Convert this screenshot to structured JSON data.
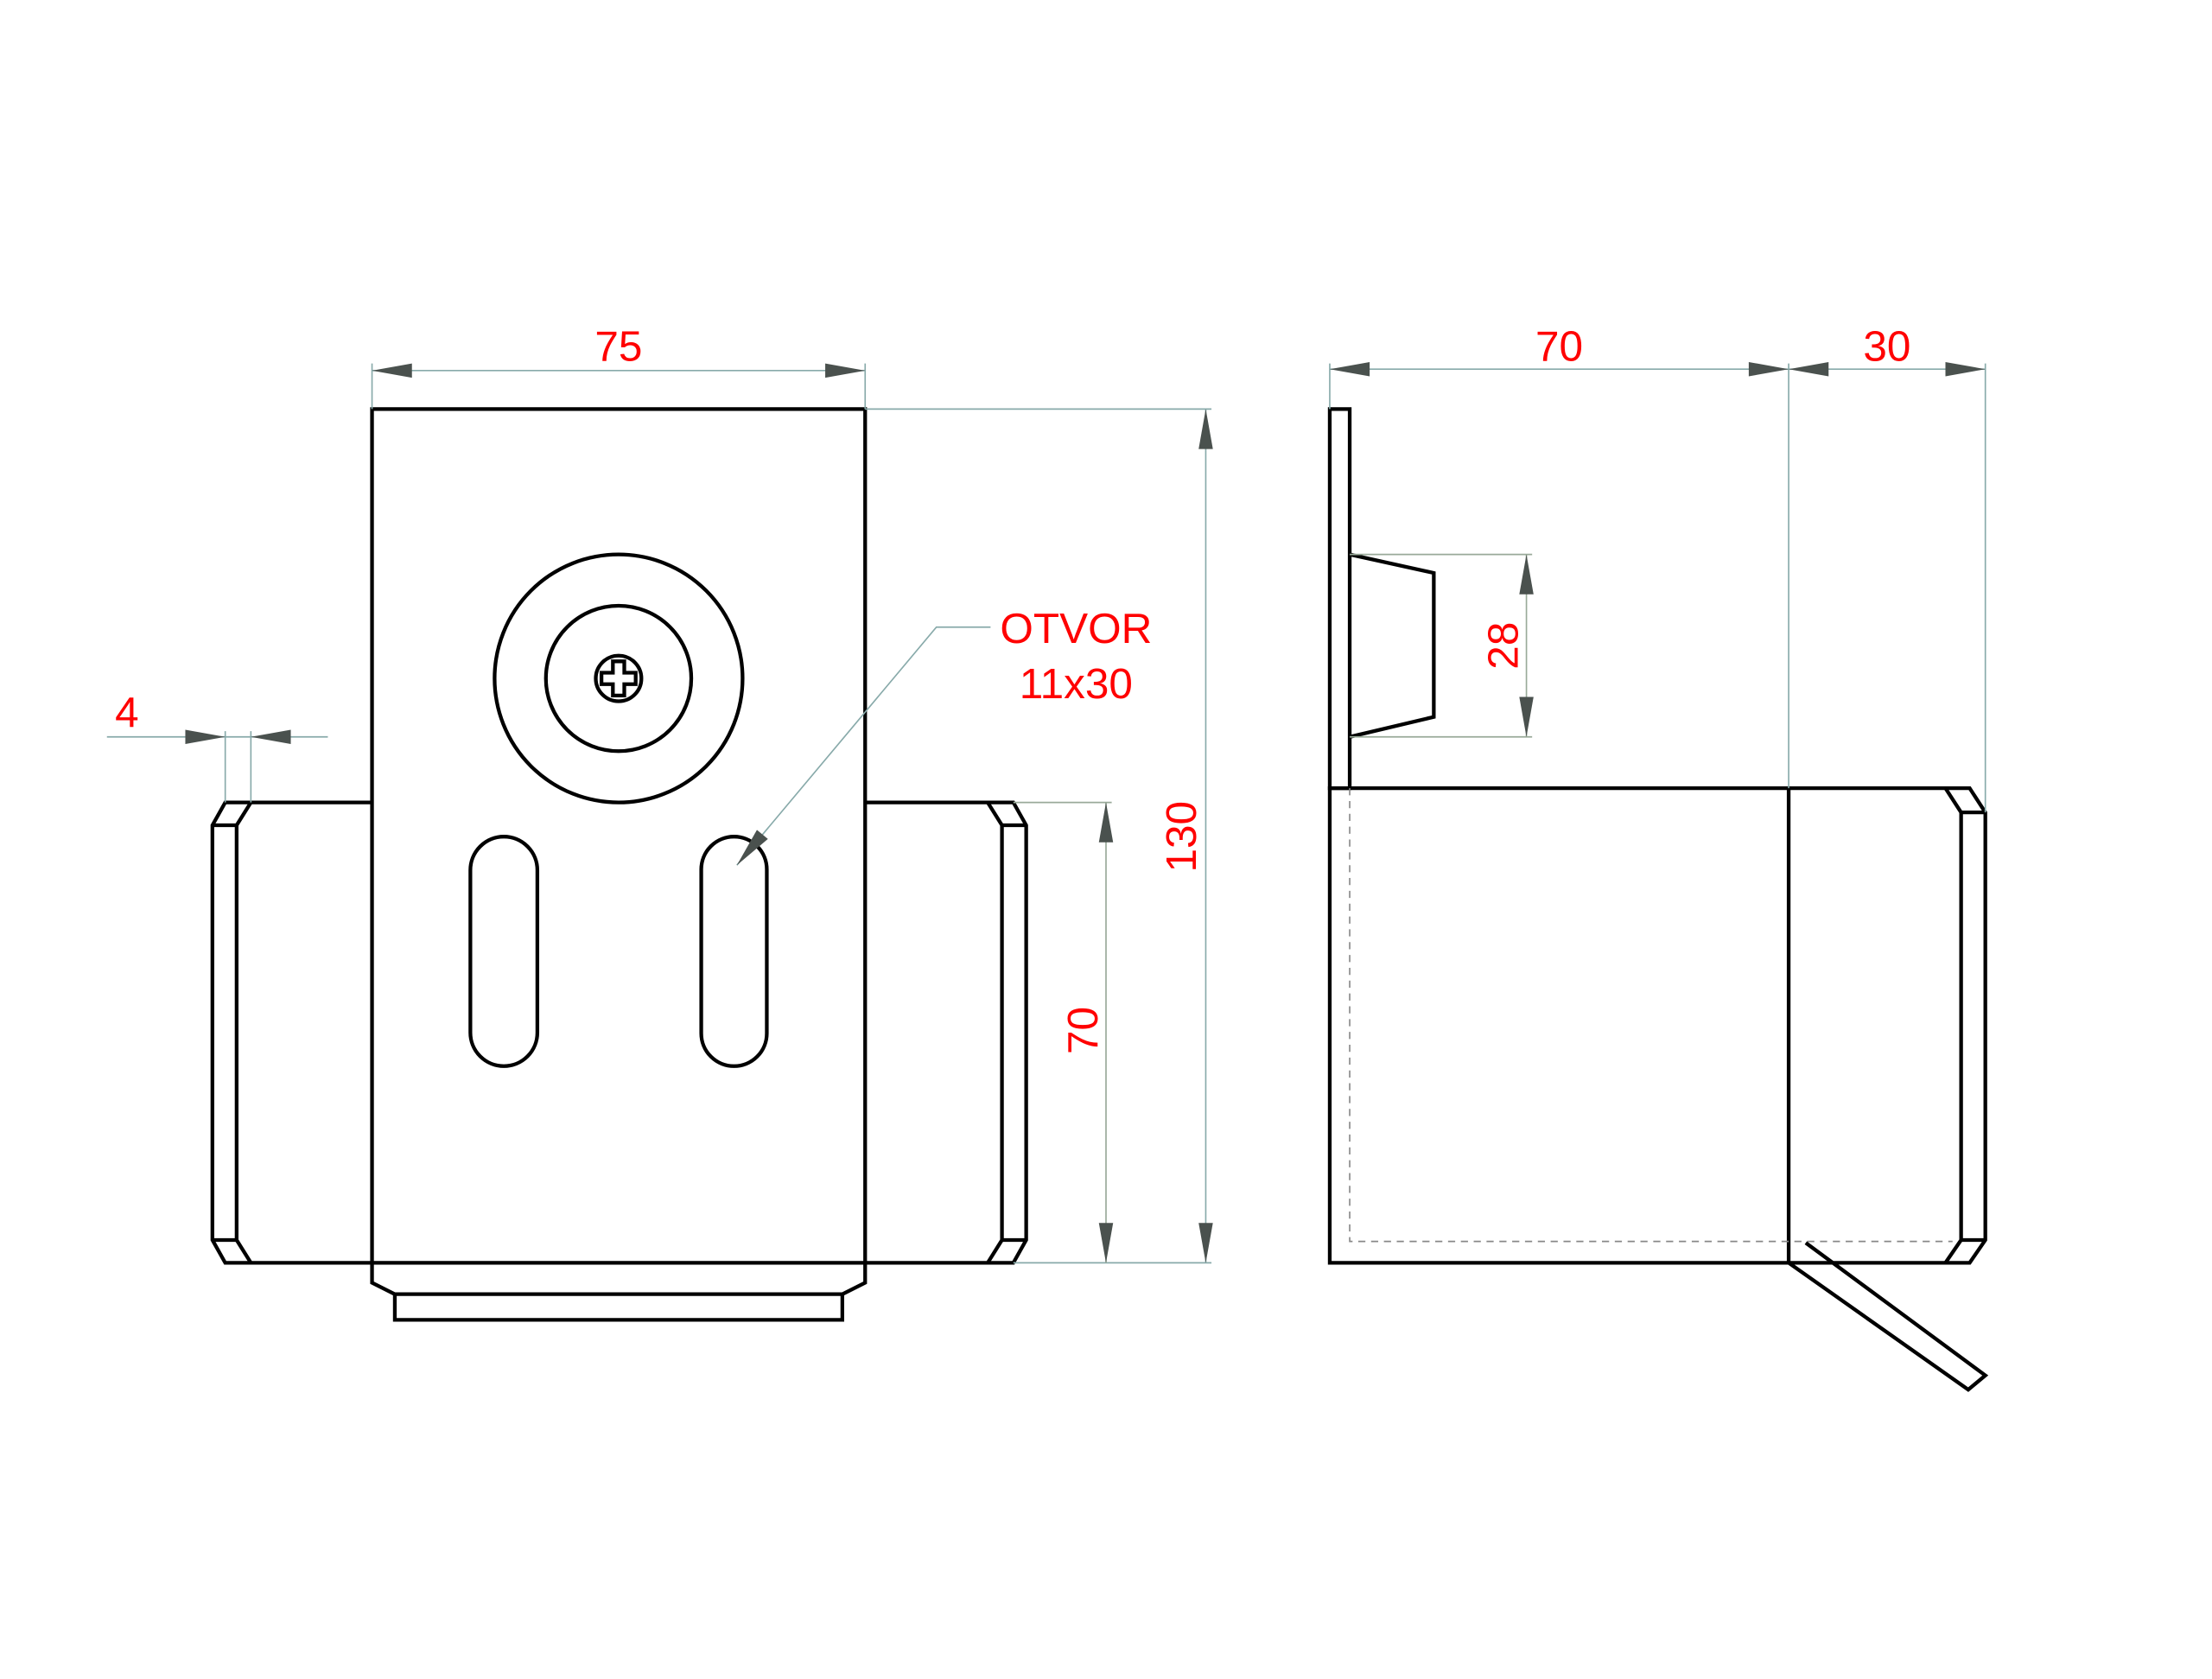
{
  "colors": {
    "dimension_text": "#ff0000",
    "outline": "#000000",
    "dimension_line": "#88aaaa"
  },
  "front_view": {
    "dims": {
      "width": "75",
      "height_total": "130",
      "wing_height": "70",
      "thickness": "4"
    },
    "callout": {
      "line1": "OTVOR",
      "line2": "11x30"
    }
  },
  "side_view": {
    "dims": {
      "depth": "70",
      "flange": "30",
      "boss_height": "28"
    }
  }
}
